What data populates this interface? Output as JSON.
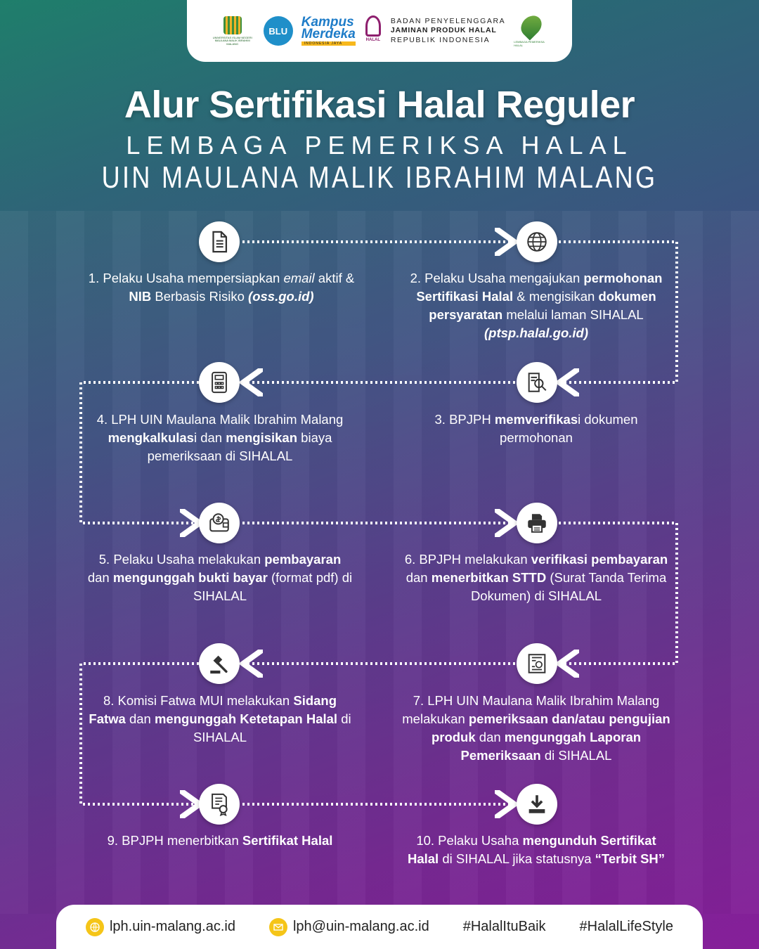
{
  "header": {
    "uin_logo_text": "UNIVERSITAS ISLAM NEGERI MAULANA MALIK IBRAHIM MALANG",
    "blu": "BLU",
    "kampus_merdeka": [
      "Kampus",
      "Merdeka",
      "INDONESIA JAYA"
    ],
    "halal_logo_text": "HALAL",
    "bpjph_lines": [
      "BADAN PENYELENGGARA",
      "JAMINAN PRODUK HALAL",
      "REPUBLIK INDONESIA"
    ],
    "lph_logo_text": "LEMBAGA PEMERIKSA HALAL"
  },
  "title": "Alur Sertifikasi Halal Reguler",
  "subtitle1": "LEMBAGA PEMERIKSA HALAL",
  "subtitle2": "UIN MAULANA MALIK IBRAHIM MALANG",
  "steps": [
    {
      "n": 1,
      "icon": "document-icon",
      "parts": [
        [
          "t",
          "1.    Pelaku Usaha mempersiapkan "
        ],
        [
          "i",
          "email"
        ],
        [
          "t",
          " aktif & "
        ],
        [
          "b",
          "NIB"
        ],
        [
          "t",
          " Berbasis Risiko "
        ],
        [
          "bi",
          "(oss.go.id)"
        ]
      ]
    },
    {
      "n": 2,
      "icon": "globe-icon",
      "parts": [
        [
          "t",
          "2. Pelaku Usaha mengajukan "
        ],
        [
          "b",
          "permohonan Sertifikasi Halal"
        ],
        [
          "t",
          " & mengisikan "
        ],
        [
          "b",
          "dokumen persyaratan"
        ],
        [
          "t",
          " melalui laman SIHALAL "
        ],
        [
          "bi",
          "(ptsp.halal.go.id)"
        ]
      ]
    },
    {
      "n": 3,
      "icon": "document-search-icon",
      "parts": [
        [
          "t",
          "3. BPJPH "
        ],
        [
          "b",
          "memverifikas"
        ],
        [
          "t",
          "i dokumen permohonan"
        ]
      ]
    },
    {
      "n": 4,
      "icon": "calculator-icon",
      "parts": [
        [
          "t",
          "4. LPH UIN Maulana Malik Ibrahim Malang "
        ],
        [
          "b",
          "mengkalkulas"
        ],
        [
          "t",
          "i dan "
        ],
        [
          "b",
          "mengisikan"
        ],
        [
          "t",
          " biaya pemeriksaan di SIHALAL"
        ]
      ]
    },
    {
      "n": 5,
      "icon": "wallet-money-icon",
      "parts": [
        [
          "t",
          "5. Pelaku Usaha melakukan "
        ],
        [
          "b",
          "pembayaran"
        ],
        [
          "t",
          " dan "
        ],
        [
          "b",
          "mengunggah bukti bayar"
        ],
        [
          "t",
          " (format pdf) di SIHALAL"
        ]
      ]
    },
    {
      "n": 6,
      "icon": "printer-icon",
      "parts": [
        [
          "t",
          "6. BPJPH melakukan "
        ],
        [
          "b",
          "verifikasi pembayaran"
        ],
        [
          "t",
          " dan "
        ],
        [
          "b",
          "menerbitkan STTD"
        ],
        [
          "t",
          " (Surat Tanda Terima Dokumen) di SIHALAL"
        ]
      ]
    },
    {
      "n": 7,
      "icon": "report-icon",
      "parts": [
        [
          "t",
          "7. LPH UIN Maulana Malik Ibrahim Malang melakukan "
        ],
        [
          "b",
          "pemeriksaan dan/atau pengujian produk"
        ],
        [
          "t",
          " dan "
        ],
        [
          "b",
          "mengunggah Laporan Pemeriksaan"
        ],
        [
          "t",
          " di SIHALAL"
        ]
      ]
    },
    {
      "n": 8,
      "icon": "gavel-icon",
      "parts": [
        [
          "t",
          "8. Komisi Fatwa MUI melakukan "
        ],
        [
          "b",
          "Sidang Fatwa"
        ],
        [
          "t",
          " dan "
        ],
        [
          "b",
          "mengunggah Ketetapan Halal"
        ],
        [
          "t",
          " di SIHALAL"
        ]
      ]
    },
    {
      "n": 9,
      "icon": "certificate-icon",
      "parts": [
        [
          "t",
          "9. BPJPH menerbitkan "
        ],
        [
          "b",
          "Sertifikat Halal"
        ]
      ]
    },
    {
      "n": 10,
      "icon": "download-icon",
      "parts": [
        [
          "t",
          "10. Pelaku Usaha "
        ],
        [
          "b",
          "mengunduh Sertifikat Halal"
        ],
        [
          "t",
          " di SIHALAL jika statusnya "
        ],
        [
          "b",
          "“Terbit SH”"
        ]
      ]
    }
  ],
  "footer": {
    "website": "lph.uin-malang.ac.id",
    "email": "lph@uin-malang.ac.id",
    "tag1": "#HalalItuBaik",
    "tag2": "#HalalLifeStyle"
  },
  "colors": {
    "accent_yellow": "#f5c518",
    "gradient_start": "#1f8a6e",
    "gradient_end": "#8e1f9e"
  }
}
